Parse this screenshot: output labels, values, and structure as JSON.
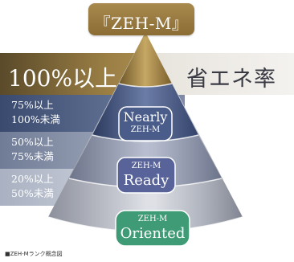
{
  "header": {
    "title": "『ZEH-M』"
  },
  "top_band": {
    "percent_label": "100%以上",
    "subtitle": "省エネ率"
  },
  "ranges": [
    {
      "line1": "75%以上",
      "line2": "100%未満"
    },
    {
      "line1": "50%以上",
      "line2": "75%未満"
    },
    {
      "line1": "20%以上",
      "line2": "50%未満"
    }
  ],
  "levels": [
    {
      "prefix": "Nearly",
      "main": "ZEH-M",
      "color": "#4a5c8a"
    },
    {
      "prefix": "ZEH-M",
      "main": "Ready",
      "color": "#58639a"
    },
    {
      "prefix": "ZEH-M",
      "main": "Oriented",
      "color": "#3f9a76"
    }
  ],
  "caption": "■ZEH-Mランク概念図",
  "colors": {
    "gold": "#9a7e44",
    "navy": "#3a4a6e",
    "green": "#3f9a76"
  }
}
